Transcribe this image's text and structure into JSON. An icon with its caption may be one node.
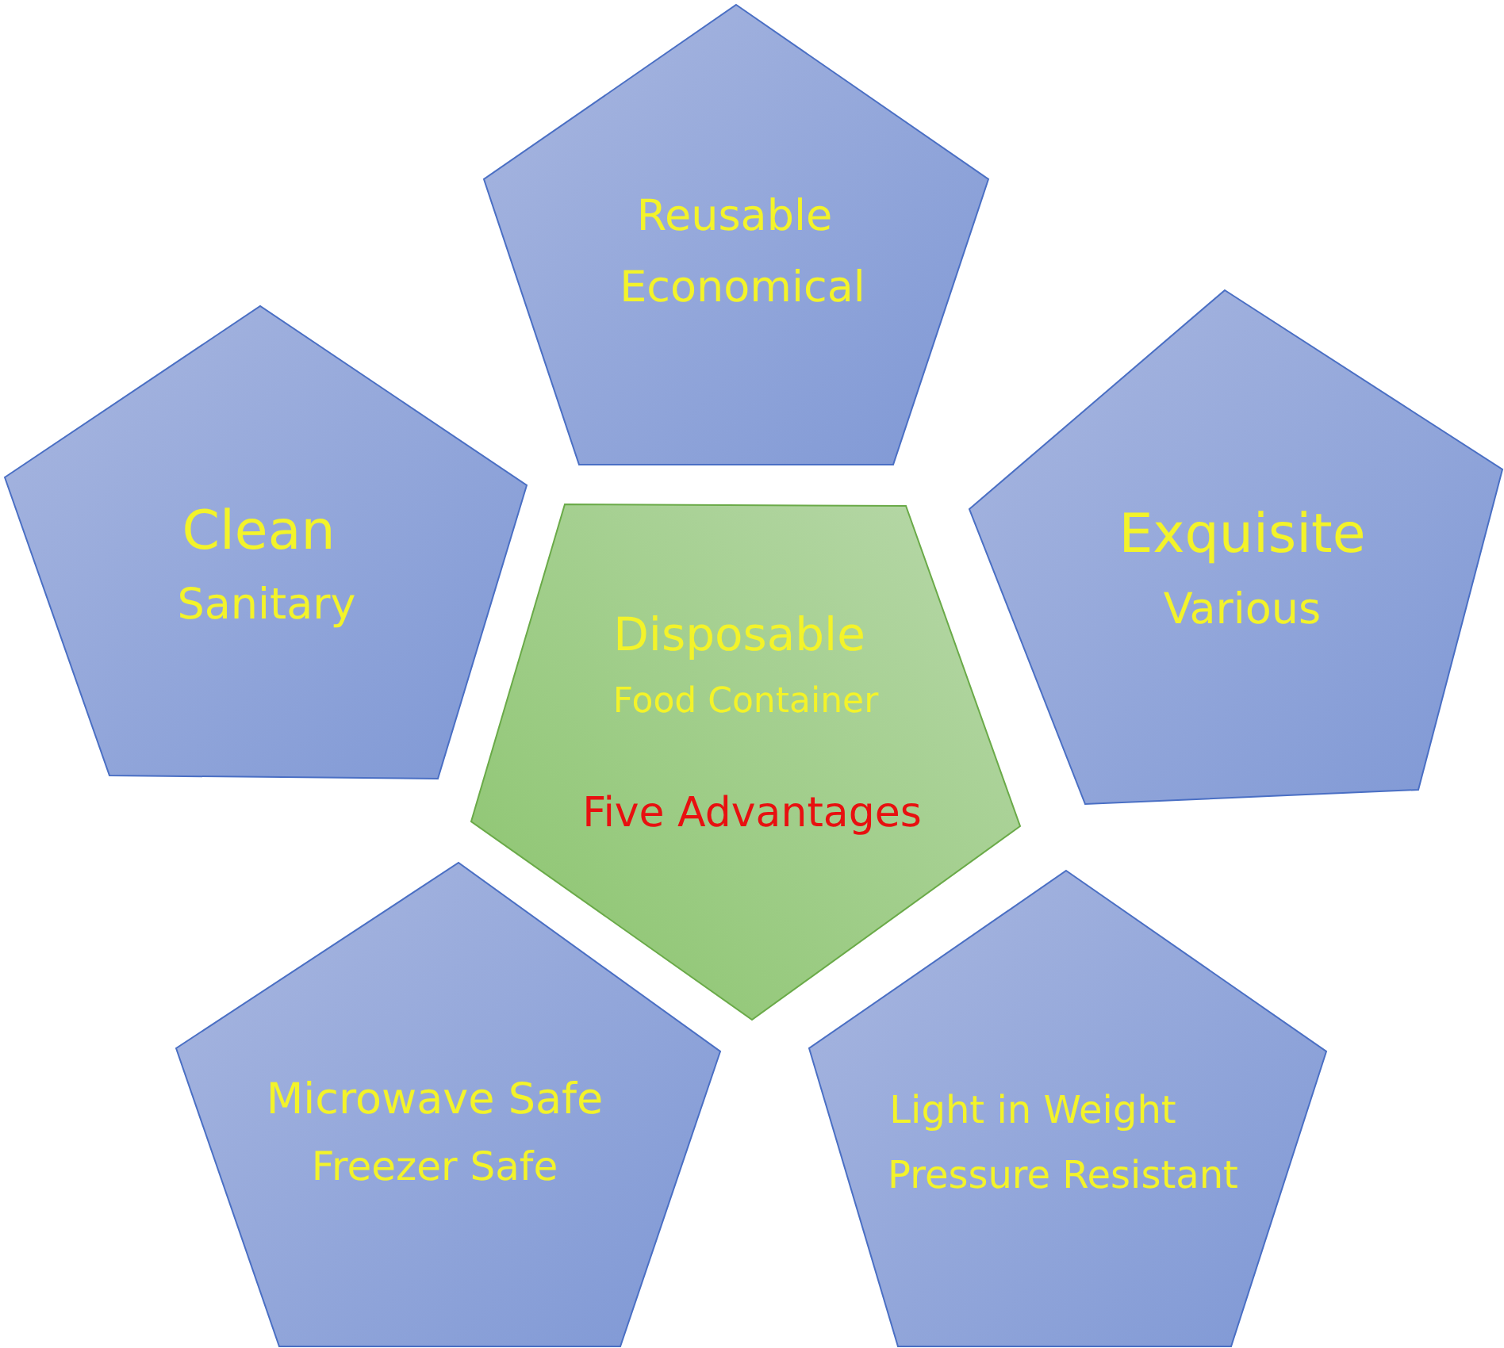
{
  "diagram": {
    "nodes": [
      {
        "text": [
          "Reusable",
          "Economical"
        ]
      },
      {
        "text": [
          "Clean",
          "Sanitary"
        ]
      },
      {
        "text": [
          "Disposable",
          "Food Container",
          "Five Advantages"
        ]
      },
      {
        "text": [
          "Exquisite",
          "Various"
        ]
      },
      {
        "text": [
          "Microwave Safe",
          "Freezer Safe"
        ]
      },
      {
        "text": [
          "Light in Weight",
          "Pressure Resistant"
        ]
      }
    ]
  }
}
